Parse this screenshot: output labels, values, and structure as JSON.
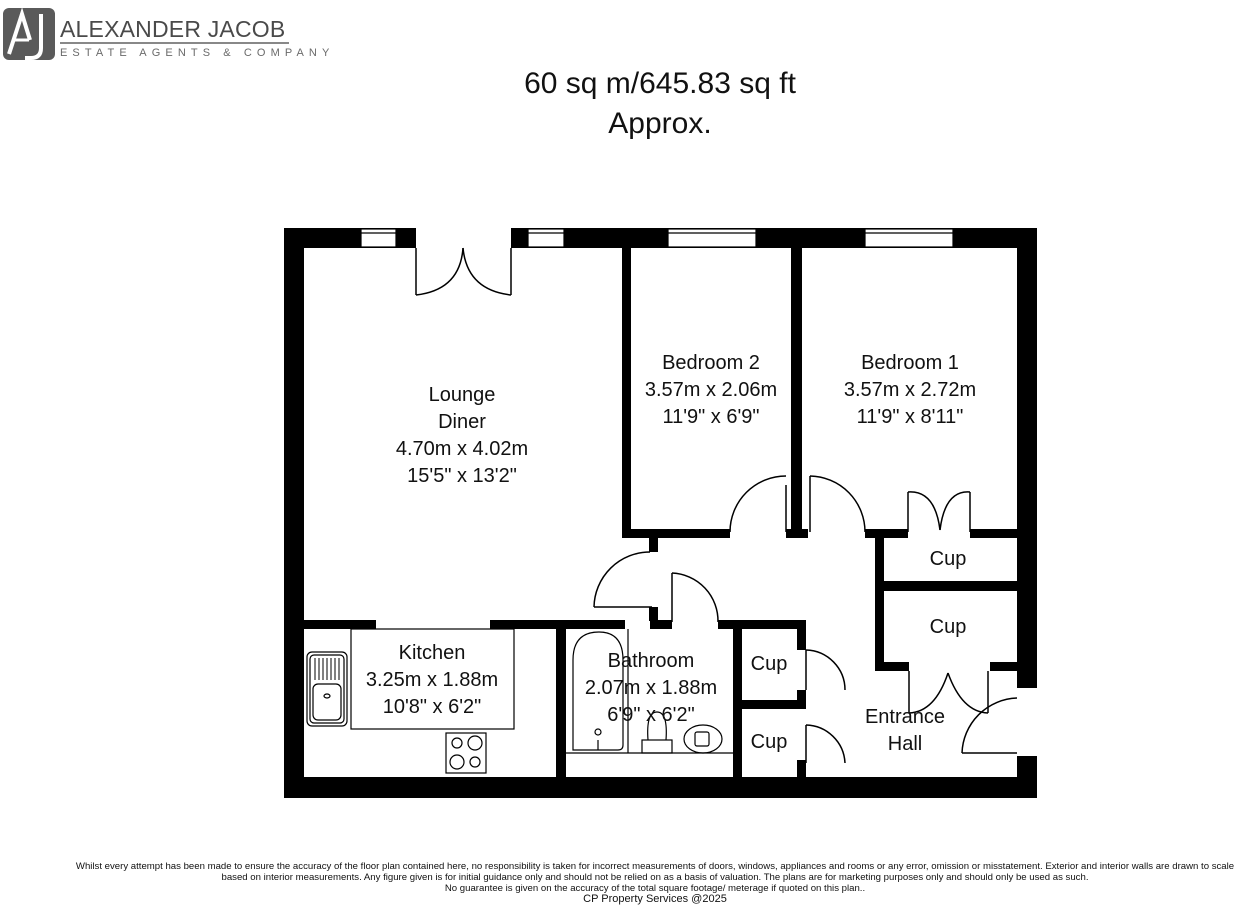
{
  "logo": {
    "monogram": "AJ",
    "name": "ALEXANDER JACOB",
    "tagline": "ESTATE AGENTS & COMPANY"
  },
  "header": {
    "area_line": "60 sq m/645.83 sq ft",
    "approx_label": "Approx."
  },
  "rooms": [
    {
      "id": "lounge-diner",
      "name_lines": [
        "Lounge",
        "Diner"
      ],
      "metric": "4.70m x 4.02m",
      "imperial": "15'5\" x 13'2\""
    },
    {
      "id": "bedroom-2",
      "name": "Bedroom 2",
      "metric": "3.57m x 2.06m",
      "imperial": "11'9\" x 6'9\""
    },
    {
      "id": "bedroom-1",
      "name": "Bedroom 1",
      "metric": "3.57m x 2.72m",
      "imperial": "11'9\" x 8'11\""
    },
    {
      "id": "kitchen",
      "name": "Kitchen",
      "metric": "3.25m x 1.88m",
      "imperial": "10'8\" x 6'2\""
    },
    {
      "id": "bathroom",
      "name": "Bathroom",
      "metric": "2.07m x 1.88m",
      "imperial": "6'9\" x 6'2\""
    },
    {
      "id": "entrance-hall",
      "name_lines": [
        "Entrance",
        "Hall"
      ]
    }
  ],
  "cupboards": [
    {
      "id": "cup-upper-right",
      "label": "Cup"
    },
    {
      "id": "cup-lower-right",
      "label": "Cup"
    },
    {
      "id": "cup-upper-center",
      "label": "Cup"
    },
    {
      "id": "cup-lower-center",
      "label": "Cup"
    }
  ],
  "disclaimer": {
    "line1": "Whilst every attempt has been made to ensure the accuracy of the floor plan contained here, no responsibility is taken for incorrect measurements of doors, windows, appliances and rooms or any error, omission or misstatement. Exterior and interior walls are drawn to scale",
    "line2": "based on interior measurements. Any figure given is for initial guidance only and should not be relied on as a basis of valuation. The plans are for marketing purposes only and should only be used as such.",
    "line3": "No guarantee is given on the accuracy of the total square footage/ meterage if quoted on this plan..",
    "credit": "CP Property Services @2025"
  },
  "colors": {
    "wall": "#000000",
    "logo_box": "#5a5a5a",
    "logo_text": "#4a4a4a"
  }
}
